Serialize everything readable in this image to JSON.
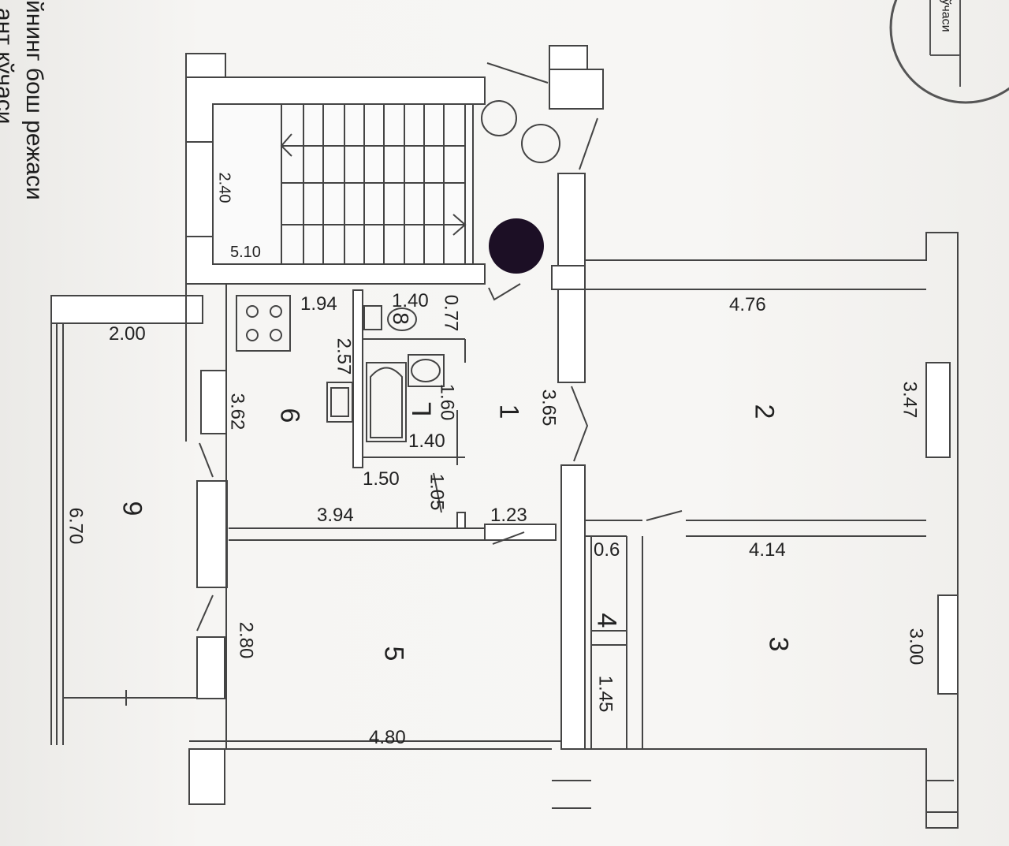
{
  "header": {
    "line1": "йнинг бош режаси",
    "line2": "ант кўчаси",
    "corner_label": "кўчаси"
  },
  "dimensions": {
    "stair_width": "2.40",
    "stair_length": "5.10",
    "balcony_width": "2.00",
    "balcony_length": "6.70",
    "kitchen_width": "1.94",
    "kitchen_length": "3.62",
    "toilet_width": "1.40",
    "toilet_door": "0.77",
    "bath_length": "2.57",
    "bath_depth": "1.60",
    "bath_width": "1.40",
    "hall_width": "1.50",
    "hall_door": "1.05",
    "hall_length": "3.65",
    "corridor_width": "3.94",
    "corridor_door": "1.23",
    "room2_width": "4.76",
    "room2_length": "3.47",
    "room3_width": "4.14",
    "room3_length": "3.00",
    "closet_width": "0.6",
    "closet_length": "1.45",
    "room5_width": "4.80",
    "room5_window": "2.80"
  },
  "rooms": {
    "r1": "1",
    "r2": "2",
    "r3": "3",
    "r4": "4",
    "r5": "5",
    "r6": "6",
    "r7": "L",
    "r8": "8",
    "r9": "9"
  }
}
